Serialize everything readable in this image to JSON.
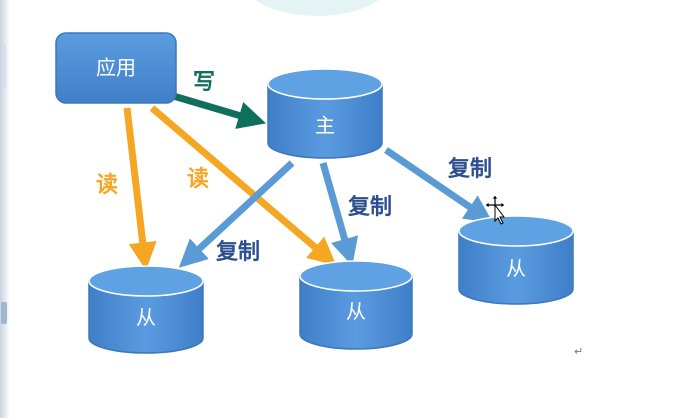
{
  "nodes": {
    "app": "应用",
    "master": "主",
    "slave_1": "从",
    "slave_2": "从",
    "slave_3": "从"
  },
  "edges": {
    "write": "写",
    "read_1": "读",
    "read_2": "读",
    "replicate_1": "复制",
    "replicate_2": "复制",
    "replicate_3": "复制"
  },
  "return_symbol": "↵",
  "colors": {
    "node_fill": "#4a8fd6",
    "node_stroke": "#3a78bd",
    "write_arrow": "#0f6e5c",
    "read_arrow": "#f5a623",
    "replicate_arrow": "#5b9bd5",
    "replicate_text": "#2e4f8f"
  }
}
